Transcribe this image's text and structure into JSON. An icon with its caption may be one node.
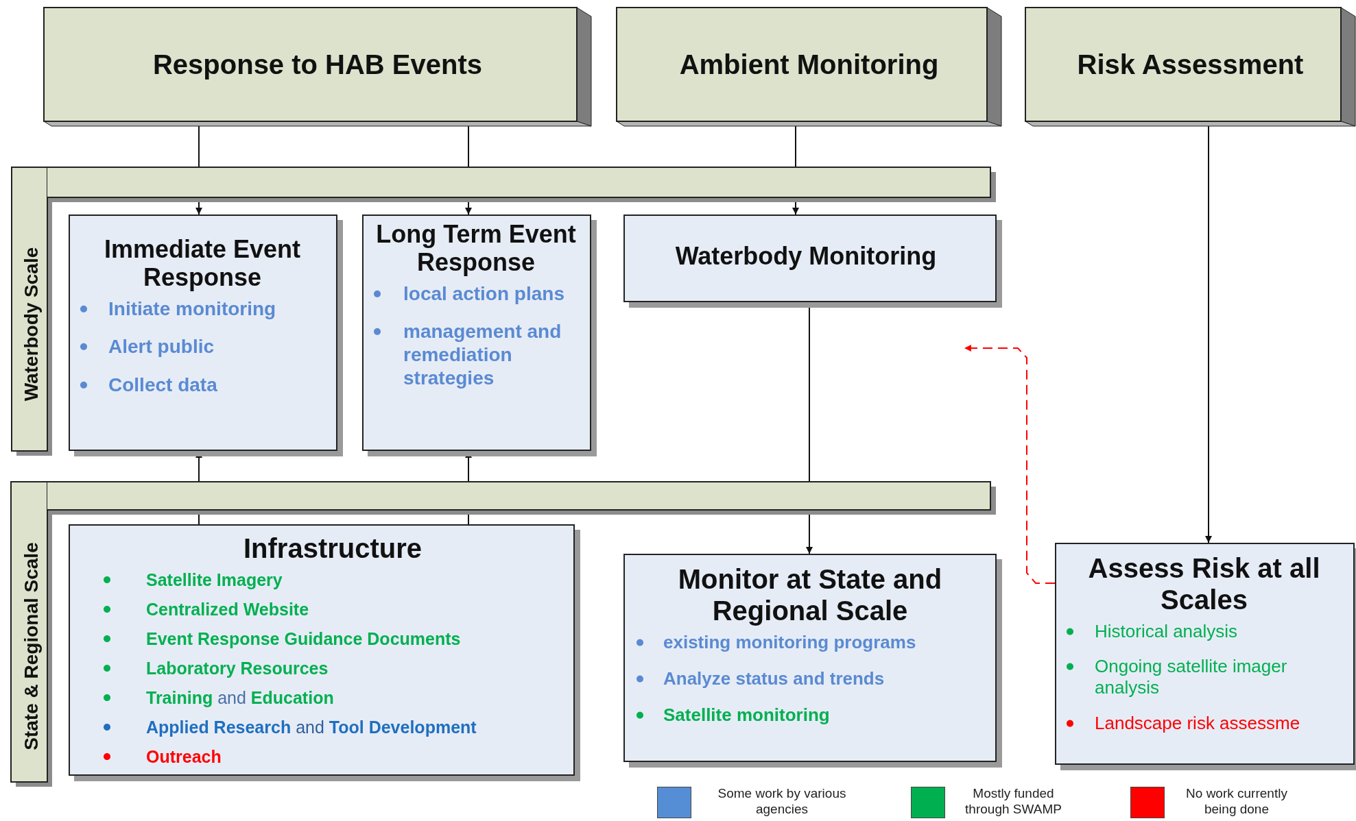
{
  "diagram": {
    "nodes": [
      {
        "text": [
          "Response to HAB Events"
        ]
      },
      {
        "text": [
          "Ambient Monitoring"
        ]
      },
      {
        "text": [
          "Risk Assessment"
        ]
      },
      {
        "text": [
          "Waterbody Scale"
        ]
      },
      {
        "text": [
          "Immediate Event Response",
          "Initiate monitoring",
          "Alert public",
          "Collect data"
        ]
      },
      {
        "text": [
          "Long Term Event Response",
          "local action plans",
          "management and remediation strategies"
        ]
      },
      {
        "text": [
          "Waterbody Monitoring"
        ]
      },
      {
        "text": [
          "State & Regional Scale"
        ]
      },
      {
        "text": [
          "Infrastructure",
          "Satellite Imagery",
          "Centralized Website",
          "Event Response Guidance Documents",
          "Laboratory Resources",
          "**Training** and **Education**",
          "**Applied Research** and **Tool Development**",
          "Outreach"
        ]
      },
      {
        "text": [
          "Monitor at State and Regional Scale",
          "existing monitoring programs",
          "Analyze status and trends",
          "Satellite monitoring"
        ]
      },
      {
        "text": [
          "Assess Risk at all Scales",
          "Historical analysis",
          "Ongoing satellite imager analysis",
          "Landscape risk assessme"
        ]
      }
    ],
    "edges": [
      {
        "from": 0,
        "to": 4,
        "arrow": "to"
      },
      {
        "from": 0,
        "to": 5,
        "arrow": "to"
      },
      {
        "from": 1,
        "to": 6,
        "arrow": "to"
      },
      {
        "from": 6,
        "to": 9,
        "arrow": "to"
      },
      {
        "from": 2,
        "to": 10,
        "arrow": "to"
      },
      {
        "from": 8,
        "to": 4,
        "arrow": "to"
      },
      {
        "from": 8,
        "to": 5,
        "arrow": "to"
      },
      {
        "from": 10,
        "to": null,
        "arrow": "to",
        "style": "dashed",
        "color": "#ff0000"
      }
    ],
    "legend": [
      {
        "text": "Some work by various agencies",
        "color": "#558ed5"
      },
      {
        "text": "Mostly funded through SWAMP",
        "color": "#00b050"
      },
      {
        "text": "No work currently being done",
        "color": "#ff0000"
      }
    ]
  }
}
